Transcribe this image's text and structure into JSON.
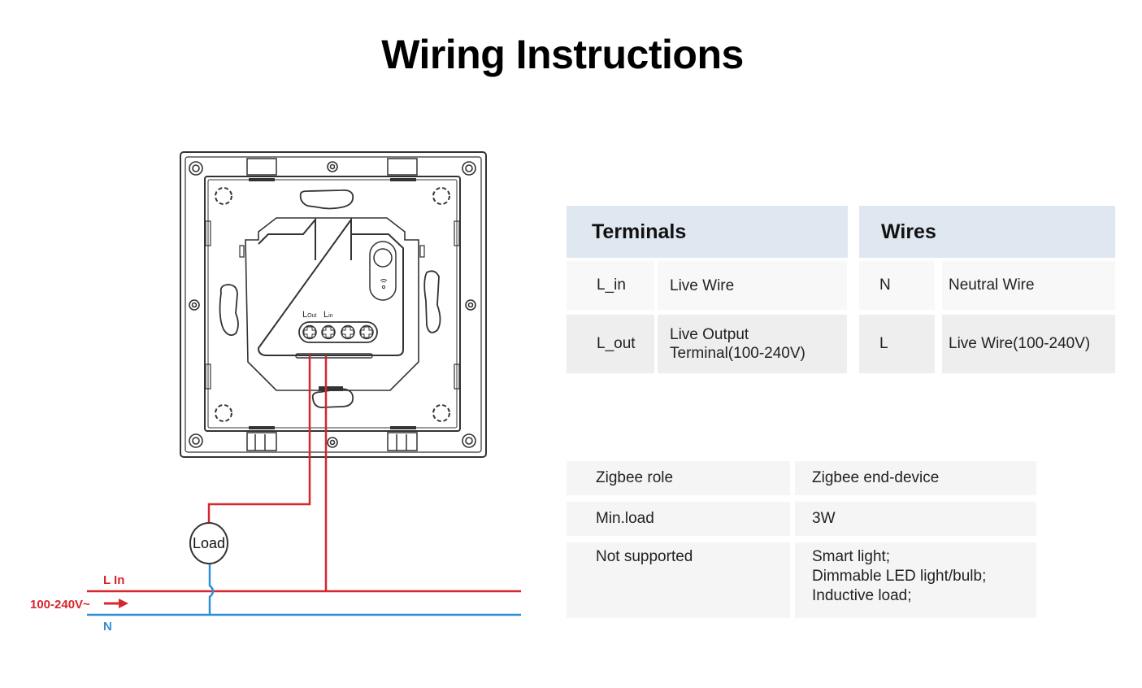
{
  "title": "Wiring Instructions",
  "diagram": {
    "terminal_labels": {
      "l_out": "Lout",
      "l_out_main": "L",
      "l_out_sub": "Out",
      "l_in_main": "L",
      "l_in_sub": "in"
    },
    "load_label": "Load",
    "l_in_label": "L In",
    "voltage_label": "100-240V~",
    "n_label": "N",
    "colors": {
      "live": "#d7262e",
      "neutral": "#2f8fd6",
      "outline": "#333333"
    }
  },
  "terminals_table": {
    "header": "Terminals",
    "rows": [
      {
        "key": "L_in",
        "value": [
          "Live Wire"
        ]
      },
      {
        "key": "L_out",
        "value": [
          "Live Output",
          "Terminal(100-240V)"
        ]
      }
    ]
  },
  "wires_table": {
    "header": "Wires",
    "rows": [
      {
        "key": "N",
        "value": "Neutral Wire"
      },
      {
        "key": "L",
        "value": "Live Wire(100-240V)"
      }
    ]
  },
  "specs_table": {
    "rows": [
      {
        "key": "Zigbee role",
        "value": [
          "Zigbee end-device"
        ]
      },
      {
        "key": "Min.load",
        "value": [
          "3W"
        ]
      },
      {
        "key": "Not supported",
        "value": [
          "Smart light;",
          "Dimmable LED light/bulb;",
          "Inductive load;"
        ]
      }
    ]
  }
}
